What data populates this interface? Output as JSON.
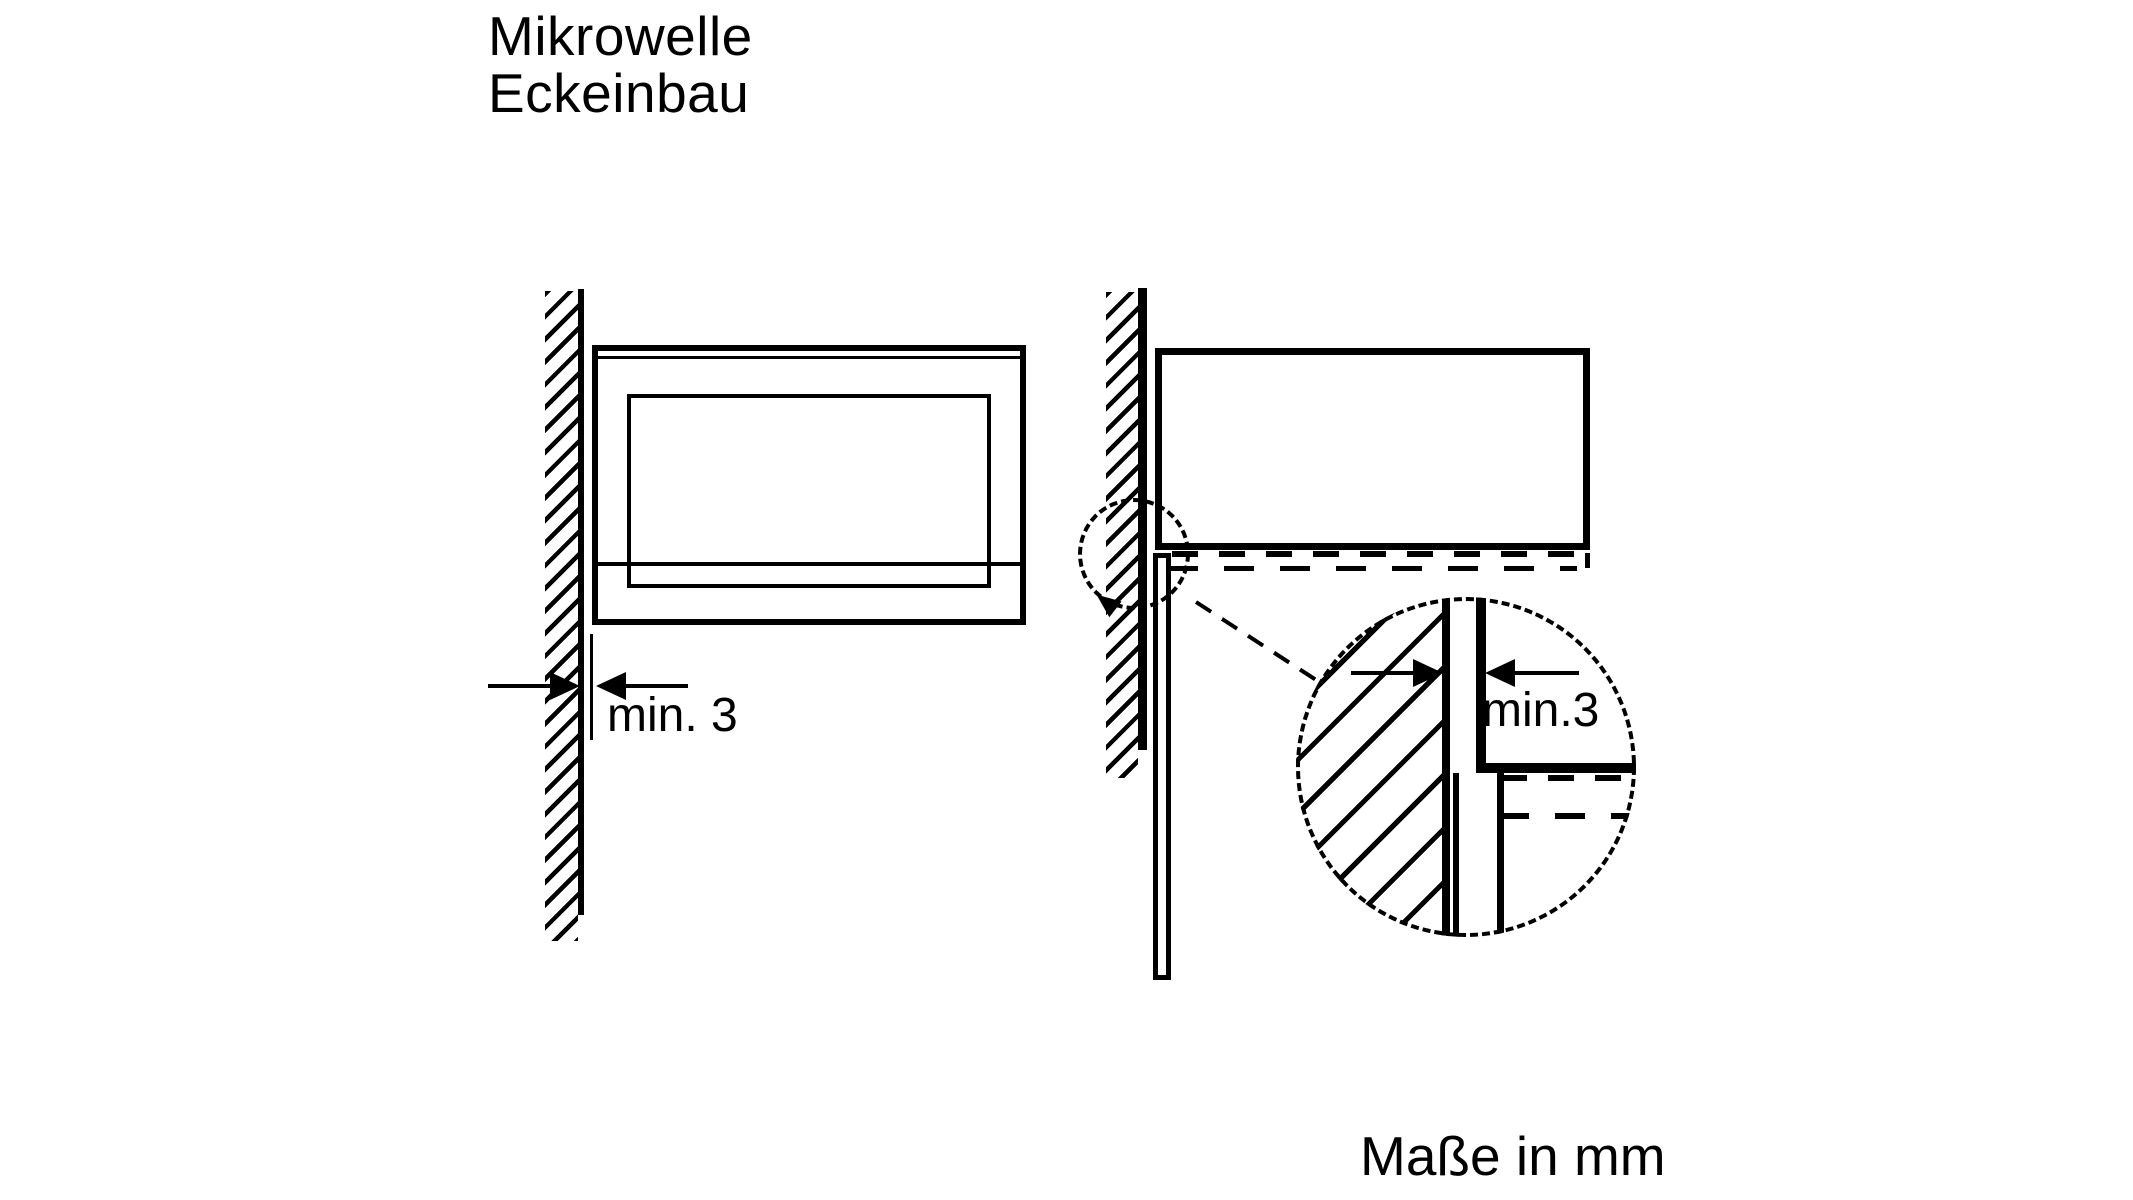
{
  "title": {
    "line1": "Mikrowelle",
    "line2": "Eckeinbau"
  },
  "front_view": {
    "dimension_label": "min. 3"
  },
  "detail_view": {
    "dimension_label": "min.3"
  },
  "footer": {
    "units_note": "Maße in mm"
  },
  "colors": {
    "ink": "#000000",
    "background": "#ffffff"
  }
}
